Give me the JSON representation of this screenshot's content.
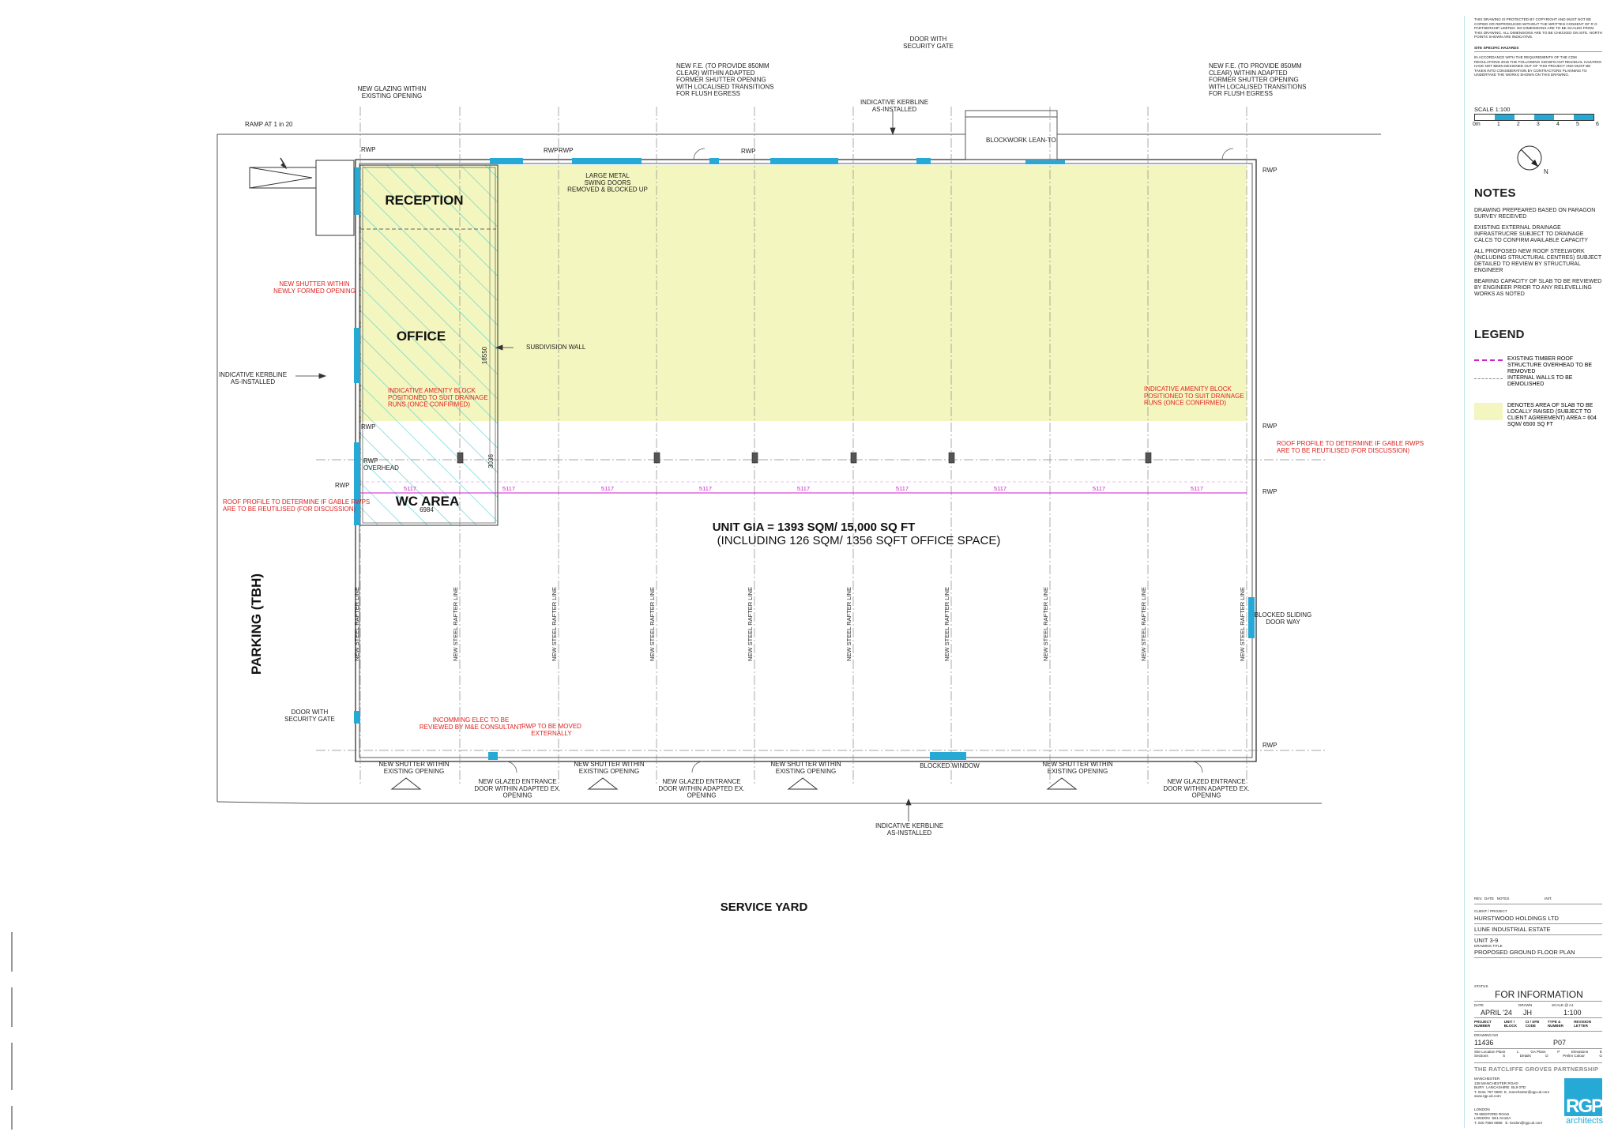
{
  "labels": {
    "door_security_gate_top": "DOOR WITH\nSECURITY GATE",
    "new_glazing": "NEW GLAZING WITHIN\nEXISTING OPENING",
    "new_fe_left": "NEW F.E. (TO PROVIDE 850MM\nCLEAR) WITHIN ADAPTED\nFORMER SHUTTER OPENING\nWITH LOCALISED TRANSITIONS\nFOR FLUSH EGRESS",
    "new_fe_right": "NEW F.E. (TO PROVIDE 850MM\nCLEAR) WITHIN ADAPTED\nFORMER SHUTTER OPENING\nWITH LOCALISED TRANSITIONS\nFOR FLUSH EGRESS",
    "indicative_kerbline_top": "INDICATIVE KERBLINE\nAS-INSTALLED",
    "ramp": "RAMP AT 1 in 20",
    "blockwork_leanto": "BLOCKWORK LEAN-TO",
    "rwp": "RWP",
    "large_metal_doors": "LARGE METAL\nSWING DOORS\nREMOVED & BLOCKED UP",
    "new_shutter_red": "NEW SHUTTER WITHIN\nNEWLY FORMED OPENING",
    "subdivision_wall": "SUBDIVISION WALL",
    "dim_18550": "18550",
    "dim_3036": "3036",
    "dim_6984": "6984",
    "indicative_kerbline_left": "INDICATIVE KERBLINE\nAS-INSTALLED",
    "amenity_block": "INDICATIVE AMENITY BLOCK\nPOSITIONED TO SUIT DRAINAGE\nRUNS (ONCE CONFIRMED)",
    "roof_profile": "ROOF PROFILE TO DETERMINE IF GABLE RWPS\nARE TO BE REUTILISED (FOR DISCUSSION)",
    "rwp_overhead": "RWP\nOVERHEAD",
    "sit": "5117",
    "room_reception": "RECEPTION",
    "room_office": "OFFICE",
    "room_wc": "WC AREA",
    "unit_gia": "UNIT GIA = 1393 SQM/ 15,000 SQ FT",
    "unit_gia_sub": "(INCLUDING 126 SQM/ 1356 SQFT OFFICE SPACE)",
    "parking": "PARKING (TBH)",
    "new_steel_rafter": "NEW STEEL RAFTER LINE",
    "blocked_sliding": "BLOCKED SLIDING\nDOOR WAY",
    "door_security_gate_left": "DOOR WITH\nSECURITY GATE",
    "incoming_elec": "INCOMMING ELEC TO BE\nREVIEWED BY M&E CONSULTANT",
    "rwp_moved": "RWP TO BE MOVED\nEXTERNALLY",
    "new_shutter": "NEW SHUTTER WITHIN\nEXISTING OPENING",
    "new_glazed_entrance": "NEW GLAZED ENTRANCE\nDOOR WITHIN ADAPTED EX.\nOPENING",
    "new_entrance": "NEW GLAZED ENTRANCE\nDOOR WITHIN ADAPTED EX.\nOPENING",
    "blocked_window": "BLOCKED WINDOW",
    "indicative_kerbline_bottom": "INDICATIVE KERBLINE\nAS-INSTALLED",
    "service_yard": "SERVICE YARD"
  },
  "title_block": {
    "copyright": "THIS DRAWING IS PROTECTED BY COPYRIGHT AND MUST NOT BE COPIED OR REPRODUCED WITHOUT THE WRITTEN CONSENT OF R G PARTNERSHIP LIMITED. NO DIMENSIONS ARE TO BE SCALED FROM THIS DRAWING. ALL DIMENSIONS ARE TO BE CHECKED ON SITE. NORTH POINTS SHOWN ARE INDICATIVE.",
    "hazards_heading": "SITE SPECIFIC HAZARDS",
    "hazards_text": "IN ACCORDANCE WITH THE REQUIREMENTS OF THE CDM REGULATIONS 2015 THE FOLLOWING SIGNIFICANT RESIDUAL HAZARDS HAVE NOT BEEN DESIGNED OUT OF THIS PROJECT AND MUST BE TAKEN INTO CONSIDERATION BY CONTRACTORS PLANNING TO UNDERTAKE THE WORKS SHOWN ON THIS DRAWING.",
    "scale_label": "SCALE 1:100",
    "scale_ticks": [
      "0m",
      "1",
      "2",
      "3",
      "4",
      "5",
      "6"
    ],
    "north_label": "N",
    "notes_heading": "NOTES",
    "notes": [
      "DRAWING PREPEARED BASED ON PARAGON SURVEY RECEIVED",
      "EXISTING EXTERNAL DRAINAGE INFRASTRUCRE SUBJECT TO DRAINAGE CALCS TO CONFIRM AVAILABLE CAPACITY",
      "ALL PROPOSED NEW ROOF STEELWORK (INCLUDING STRUCTURAL CENTRES) SUBJECT DETAILED TO REVIEW BY STRUCTURAL ENGINEER",
      "BEARING CAPACITY OF SLAB TO BE REVIEWED BY ENGINEER PRIOR TO ANY RELEVELLING WORKS AS NOTED"
    ],
    "legend_heading": "LEGEND",
    "legend": [
      {
        "key": "dash-magenta",
        "text": "EXISTING TIMBER ROOF STRUCTURE OVERHEAD TO BE REMOVED"
      },
      {
        "key": "dash-grey",
        "text": "INTERNAL WALLS TO BE DEMOLISHED"
      },
      {
        "key": "fill-yellow",
        "text": "DENOTES AREA OF SLAB TO BE LOCALLY RAISED (SUBJECT TO CLIENT AGREEMENT) AREA = 604 SQM/ 6500 SQ FT"
      }
    ],
    "rev_header": "REV.  DATE   NOTES                                   INIT.",
    "client_label": "CLIENT / PROJECT",
    "client": "HURSTWOOD HOLDINGS LTD",
    "project": "LUNE INDUSTRIAL ESTATE",
    "unit": "UNIT 3-9",
    "drawing_title_label": "DRAWING TITLE",
    "drawing_title": "PROPOSED GROUND FLOOR PLAN",
    "status_label": "STATUS",
    "status": "FOR INFORMATION",
    "date_label": "DATE",
    "date": "APRIL '24",
    "drawn_label": "DRAWN",
    "drawn": "JH",
    "scale_a1_label": "SCALE @ A1",
    "scale_a1": "1:100",
    "code_labels": [
      "PROJECT NUMBER",
      "UNIT / BLOCK",
      "CI / SFB CODE",
      "TYPE & NUMBER",
      "REVISION LETTER"
    ],
    "drawing_no_label": "DRAWING NO",
    "drawing_no": "11436",
    "revision": "P07",
    "sheet_refs": [
      [
        "Site Location Plans",
        "L",
        "GA Plans",
        "P",
        "Elevations",
        "E"
      ],
      [
        "Sections",
        "S",
        "Details",
        "D",
        "Prelim Colour",
        "G"
      ]
    ],
    "practice": "THE RATCLIFFE GROVES PARTNERSHIP",
    "manchester": "MANCHESTER\n138 MANCHESTER ROAD\nBURY  LANCASHIRE  BL9 0TD\nT. 0161 797 0900  E. manchester@rgp.uk.com\nwww.rgp.uk.com",
    "london": "LONDON\n78 MEDFORD ROAD\nLONDON  SE1 0A1EA\nT. 020 7650 6888   E. london@rgp.uk.com",
    "logo": "RGP",
    "logo_sub": "architects"
  },
  "colors": {
    "yellow_slab": "#f4f6bf",
    "cyan_hatch": "#3ec9cf",
    "blue_fill": "#27a9d6",
    "magenta": "#cc22cc",
    "red_text": "#e0201e"
  }
}
